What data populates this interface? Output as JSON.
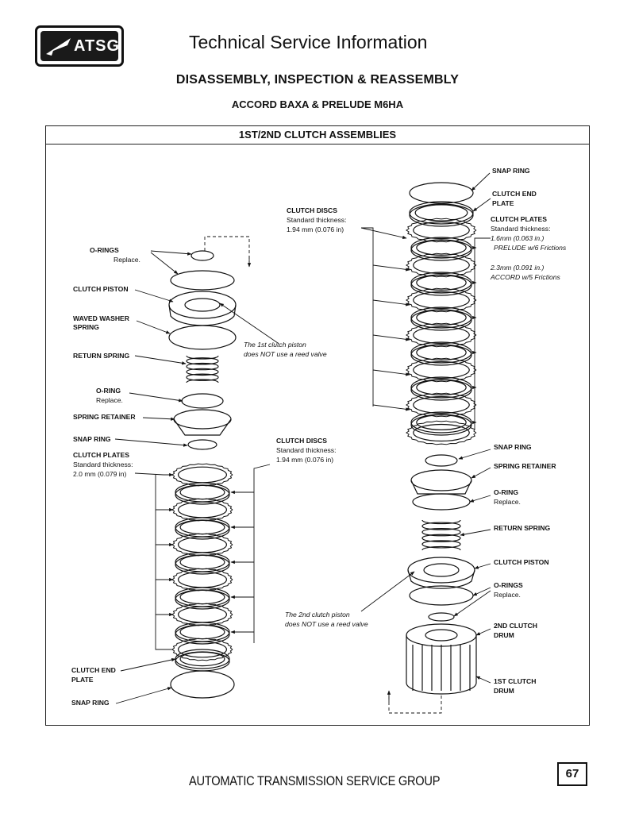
{
  "header": {
    "logo_text": "ATSG",
    "title": "Technical Service Information"
  },
  "document": {
    "main_heading": "DISASSEMBLY, INSPECTION & REASSEMBLY",
    "sub_heading": "ACCORD BAXA & PRELUDE M6HA",
    "figure_title": "1ST/2ND CLUTCH ASSEMBLIES"
  },
  "left_labels": {
    "o_rings": "O-RINGS",
    "o_rings_note": "Replace.",
    "clutch_piston": "CLUTCH PISTON",
    "waved_washer_1": "WAVED WASHER",
    "waved_washer_2": "SPRING",
    "return_spring": "RETURN SPRING",
    "o_ring": "O-RING",
    "o_ring_note": "Replace.",
    "spring_retainer": "SPRING RETAINER",
    "snap_ring": "SNAP RING",
    "clutch_plates": "CLUTCH PLATES",
    "clutch_plates_std": "Standard thickness:",
    "clutch_plates_val": "2.0 mm (0.079 in)",
    "clutch_end_plate_1": "CLUTCH END",
    "clutch_end_plate_2": "PLATE",
    "snap_ring_bottom": "SNAP RING"
  },
  "center_labels": {
    "clutch_discs_top": "CLUTCH DISCS",
    "clutch_discs_top_std": "Standard thickness:",
    "clutch_discs_top_val": "1.94 mm (0.076 in)",
    "piston_note_1": "The 1st clutch piston",
    "piston_note_2": "does NOT use a reed valve",
    "clutch_discs_mid": "CLUTCH DISCS",
    "clutch_discs_mid_std": "Standard thickness:",
    "clutch_discs_mid_val": "1.94 mm (0.076 in)",
    "piston2_note_1": "The 2nd clutch piston",
    "piston2_note_2": "does NOT use a reed valve"
  },
  "right_labels": {
    "snap_ring": "SNAP RING",
    "clutch_end_plate_1": "CLUTCH END",
    "clutch_end_plate_2": "PLATE",
    "clutch_plates": "CLUTCH PLATES",
    "clutch_plates_std": "Standard thickness:",
    "plates_val_1": "1.6mm (0.063 in.)",
    "plates_val_1_note": "PRELUDE w/6 Frictions",
    "plates_val_2": "2.3mm (0.091 in.)",
    "plates_val_2_note": "ACCORD w/5 Frictions",
    "snap_ring_2": "SNAP RING",
    "spring_retainer": "SPRING RETAINER",
    "o_ring": "O-RING",
    "o_ring_note": "Replace.",
    "return_spring": "RETURN SPRING",
    "clutch_piston": "CLUTCH PISTON",
    "o_rings": "O-RINGS",
    "o_rings_note": "Replace.",
    "drum_2nd_1": "2ND CLUTCH",
    "drum_2nd_2": "DRUM",
    "drum_1st_1": "1ST CLUTCH",
    "drum_1st_2": "DRUM"
  },
  "footer": {
    "org": "AUTOMATIC TRANSMISSION SERVICE GROUP",
    "page_number": "67"
  }
}
